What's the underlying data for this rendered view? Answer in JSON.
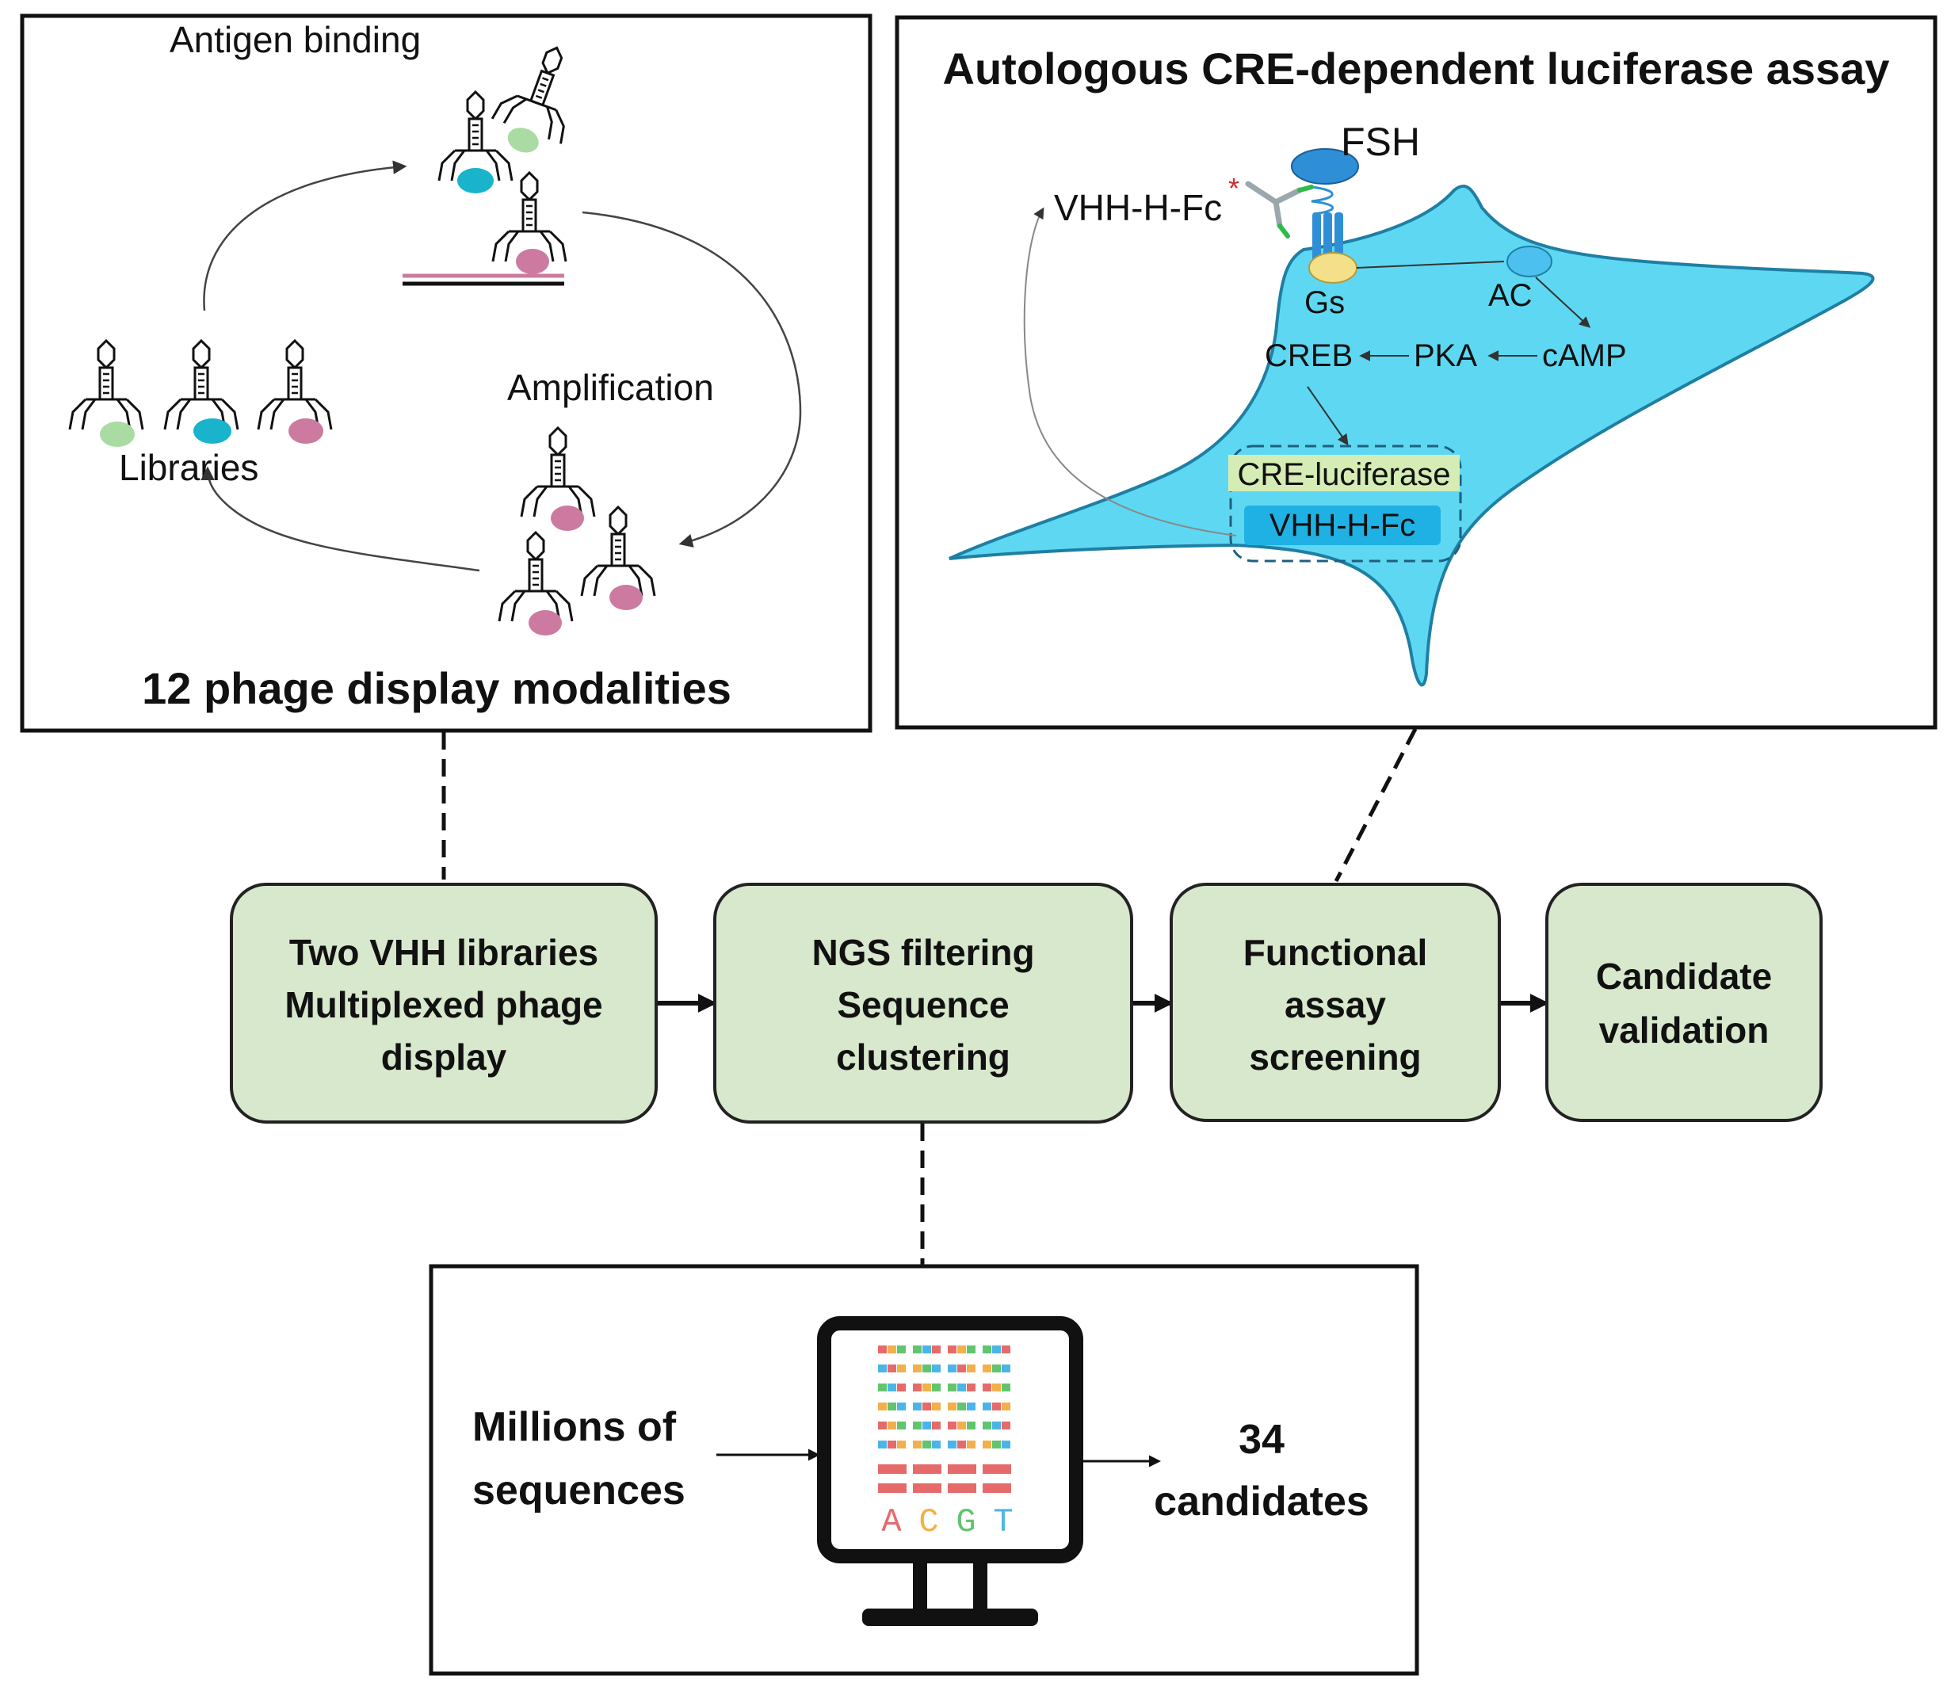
{
  "colors": {
    "cell": "#5ed8f2",
    "cell_stroke": "#1f7fa3",
    "step_fill": "#d7e8cd",
    "step_stroke": "#222222",
    "antigen_green": "#a9dba3",
    "antigen_cyan": "#1ab3cc",
    "antigen_pink": "#cc7aa0",
    "receptor": "#2f8fd6",
    "gs": "#f5e08a",
    "ac": "#4cc0ee",
    "cre_label_bg": "#d5ecb5",
    "vhh_label_bg": "#1fb1e3",
    "acgt_a": "#e66a6a",
    "acgt_c": "#f2b04a",
    "acgt_g": "#62c46e",
    "acgt_t": "#4cb5e8"
  },
  "phage_panel": {
    "title": "12 phage display modalities",
    "antigen_binding": "Antigen binding",
    "amplification": "Amplification",
    "libraries": "Libraries"
  },
  "assay_panel": {
    "title": "Autologous CRE-dependent luciferase assay",
    "fsh": "FSH",
    "vhh_secreted": "VHH-H-Fc",
    "asterisk": "*",
    "gs": "Gs",
    "ac": "AC",
    "creb": "CREB",
    "pka": "PKA",
    "camp": "cAMP",
    "cre_luciferase": "CRE-luciferase",
    "vhh_construct": "VHH-H-Fc"
  },
  "steps": {
    "step1": {
      "line1": "Two VHH libraries",
      "line2": "Multiplexed phage",
      "line3": "display"
    },
    "step2": {
      "line1": "NGS filtering",
      "line2": "Sequence",
      "line3": "clustering"
    },
    "step3": {
      "line1": "Functional",
      "line2": "assay",
      "line3": "screening"
    },
    "step4": {
      "line1": "Candidate",
      "line2": "validation"
    }
  },
  "ngs_panel": {
    "input_line1": "Millions of",
    "input_line2": "sequences",
    "output_line1": "34",
    "output_line2": "candidates",
    "bases": [
      "A",
      "C",
      "G",
      "T"
    ]
  }
}
